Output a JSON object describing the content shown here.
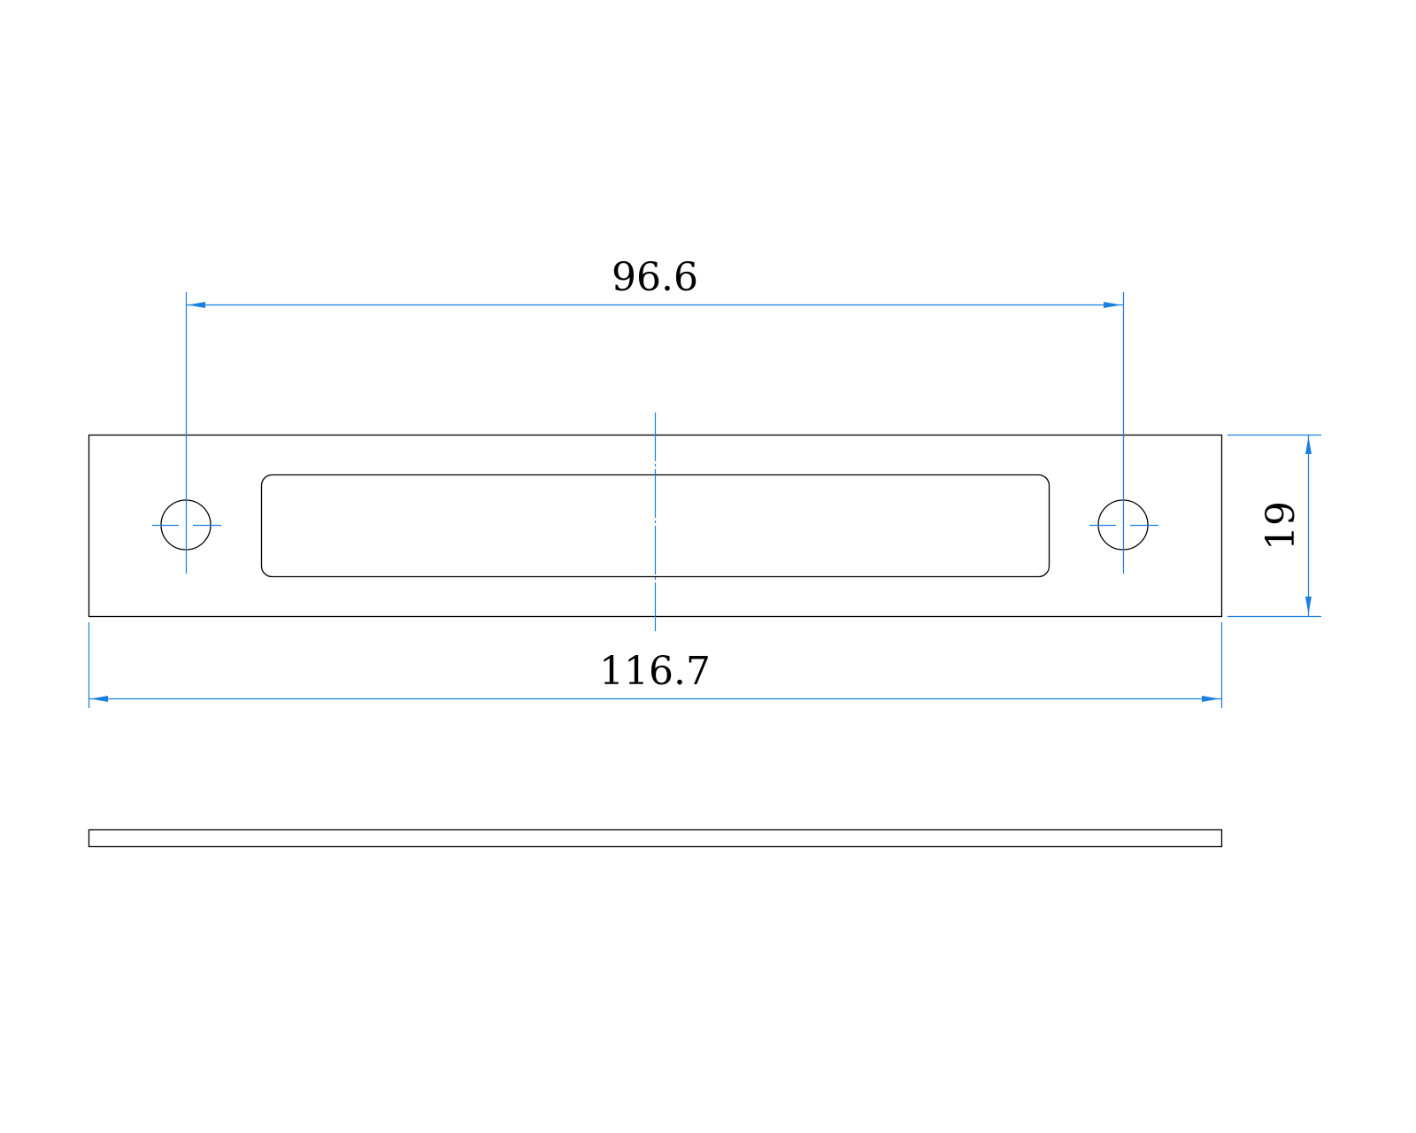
{
  "drawing": {
    "dimensions": {
      "hole_spacing": "96.6",
      "overall_length": "116.7",
      "overall_height": "19"
    },
    "colors": {
      "outline": "#000000",
      "dimension": "#1a7fe0"
    }
  }
}
